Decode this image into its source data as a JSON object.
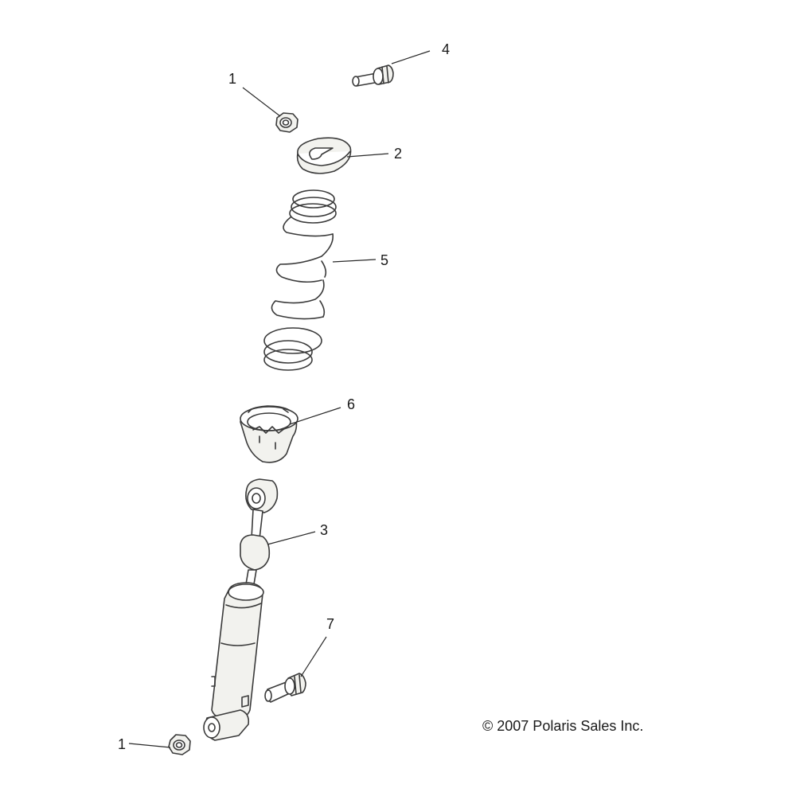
{
  "callouts": [
    {
      "id": "nut-top",
      "number": "1"
    },
    {
      "id": "retainer",
      "number": "2"
    },
    {
      "id": "shock",
      "number": "3"
    },
    {
      "id": "bolt-top",
      "number": "4"
    },
    {
      "id": "spring",
      "number": "5"
    },
    {
      "id": "spring-seat",
      "number": "6"
    },
    {
      "id": "bolt-bottom",
      "number": "7"
    },
    {
      "id": "nut-bottom",
      "number": "1"
    }
  ],
  "copyright": "© 2007 Polaris Sales Inc."
}
